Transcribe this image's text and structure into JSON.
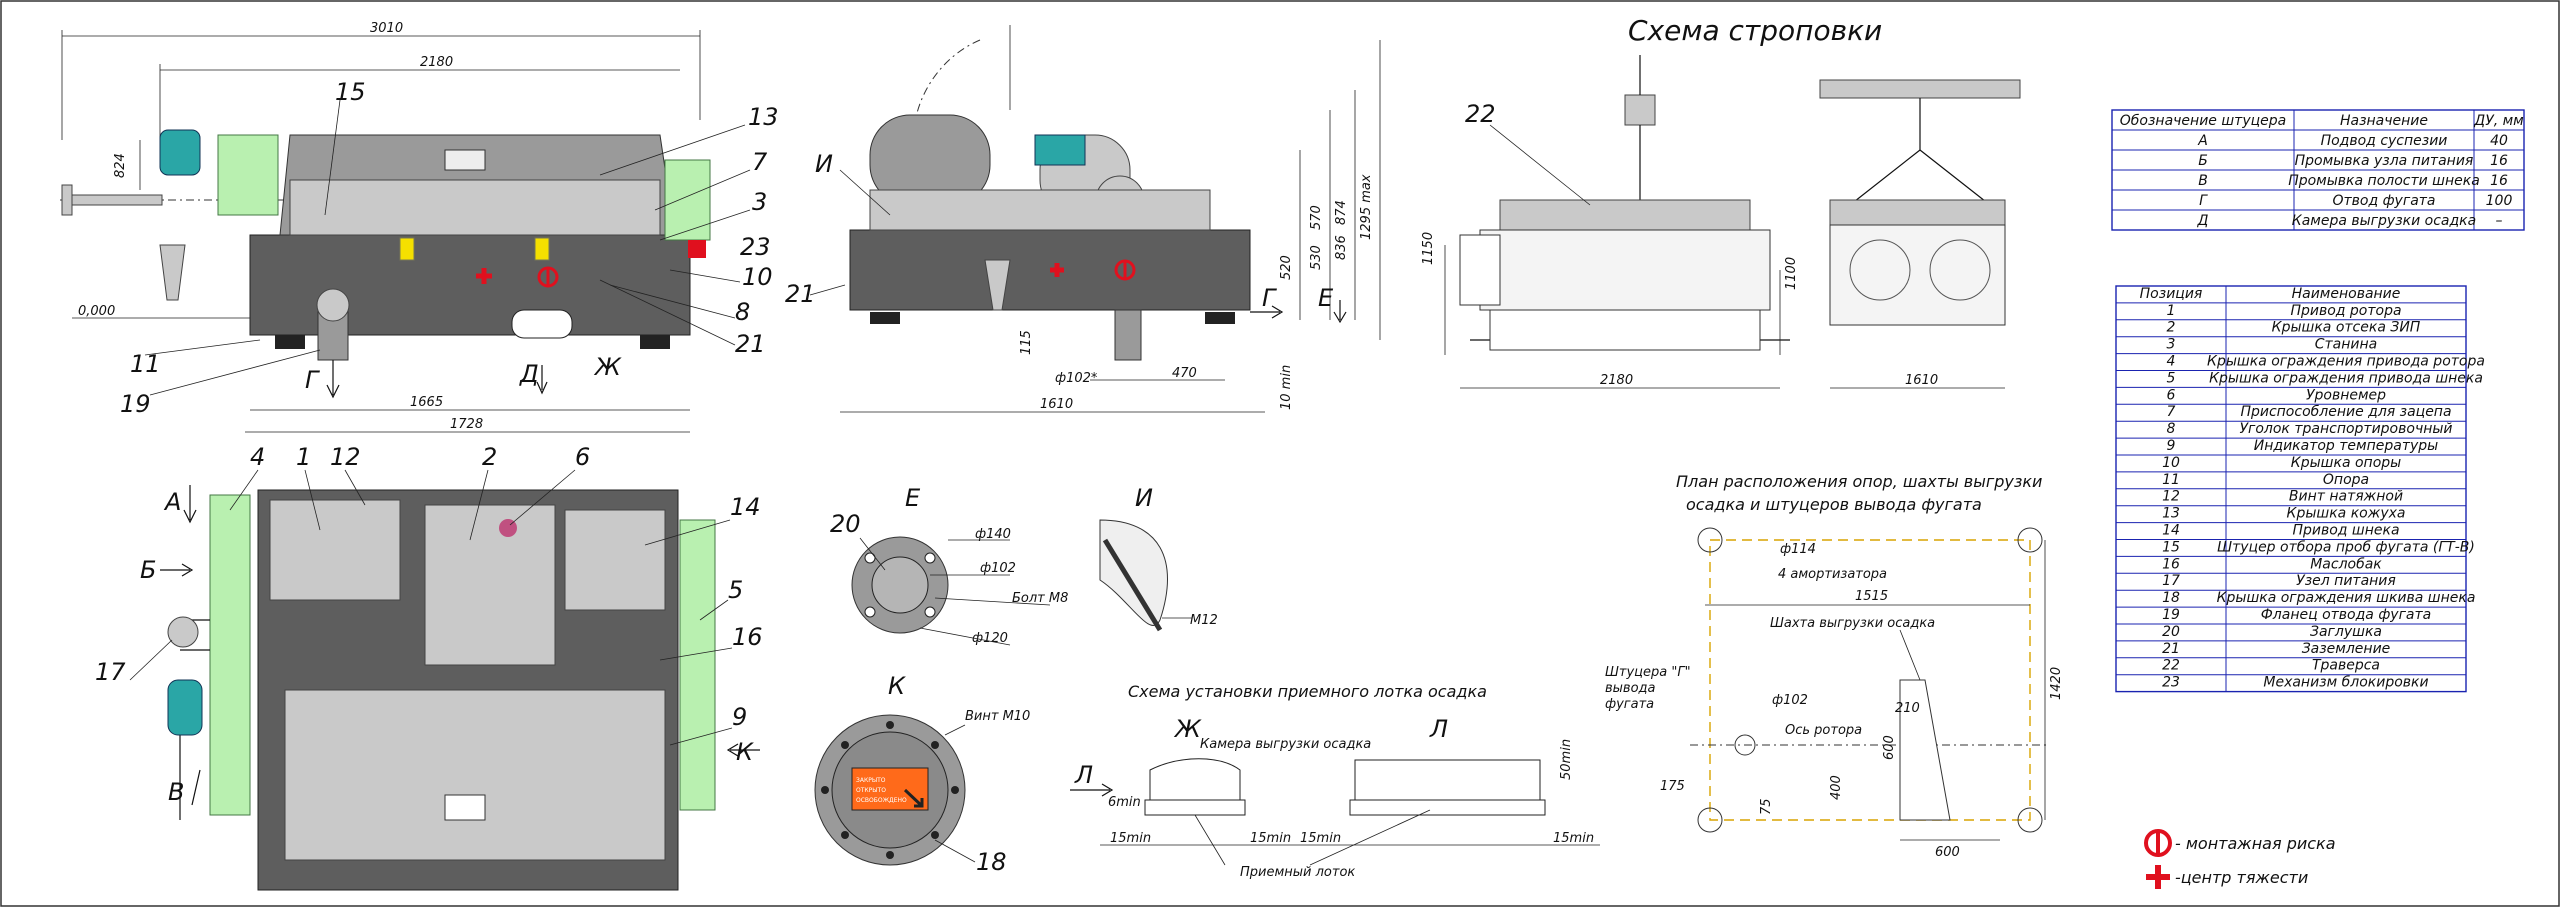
{
  "titles": {
    "slinging": "Схема строповки",
    "tray_scheme": "Схема установки приемного лотка осадка",
    "supports_plan": [
      "План расположения опор, шахты выгрузки",
      "осадка и штуцеров вывода фугата"
    ]
  },
  "side_view": {
    "dims": [
      "3010",
      "2180",
      "824",
      "0,000",
      "1665",
      "1728"
    ],
    "callouts": [
      "15",
      "13",
      "7",
      "3",
      "23",
      "10",
      "8",
      "21",
      "11",
      "19"
    ],
    "letters": [
      "Г",
      "Д",
      "Ж"
    ]
  },
  "end_view": {
    "callouts": [
      "И",
      "21"
    ],
    "letters": [
      "Г",
      "Е"
    ],
    "dims": [
      "520",
      "530",
      "570",
      "836",
      "874",
      "1295 max",
      "115",
      "ф102*",
      "470",
      "1610",
      "10 min"
    ]
  },
  "top_view": {
    "callouts": [
      "4",
      "1",
      "12",
      "2",
      "6",
      "14",
      "5",
      "16",
      "17",
      "9"
    ],
    "letters": [
      "А",
      "Б",
      "В",
      "К"
    ]
  },
  "detail_e": {
    "letter": "Е",
    "callout": "20",
    "dims": [
      "ф140",
      "ф102",
      "Болт М8",
      "ф120"
    ]
  },
  "detail_k": {
    "letter": "К",
    "callout": "18",
    "screw": "Винт М10",
    "plate": [
      "ЗАКРЫТО",
      "ОТКРЫТО",
      "ОСВОБОЖДЕНО"
    ]
  },
  "detail_i": {
    "letter": "И",
    "bolt": "М12"
  },
  "slinging": {
    "callout": "22",
    "dims_front": [
      "1150",
      "1100",
      "2180"
    ],
    "dims_side": [
      "1610"
    ]
  },
  "tray": {
    "letters": [
      "Ж",
      "Л",
      "Л"
    ],
    "chamber": "Камера выгрузки осадка",
    "tray_label": "Приемный лоток",
    "dims": [
      "6min",
      "15min",
      "15min",
      "15min",
      "15min",
      "50min"
    ]
  },
  "plan": {
    "labels": [
      "ф114",
      "4 амортизатора",
      "Шахта выгрузки осадка",
      "Ось ротора",
      "ф102"
    ],
    "fitting_note": [
      "Штуцера \"Г\"",
      "вывода",
      "фугата"
    ],
    "dims": [
      "1515",
      "1420",
      "210",
      "600",
      "400",
      "75",
      "175",
      "600"
    ]
  },
  "fittings_table": {
    "headers": [
      "Обозначение штуцера",
      "Назначение",
      "ДУ, мм"
    ],
    "rows": [
      [
        "А",
        "Подвод суспезии",
        "40"
      ],
      [
        "Б",
        "Промывка узла питания",
        "16"
      ],
      [
        "В",
        "Промывка полости шнека",
        "16"
      ],
      [
        "Г",
        "Отвод фугата",
        "100"
      ],
      [
        "Д",
        "Камера выгрузки осадка",
        "–"
      ]
    ]
  },
  "parts_table": {
    "headers": [
      "Позиция",
      "Наименование"
    ],
    "rows": [
      [
        "1",
        "Привод ротора"
      ],
      [
        "2",
        "Крышка отсека ЗИП"
      ],
      [
        "3",
        "Станина"
      ],
      [
        "4",
        "Крышка ограждения привода ротора"
      ],
      [
        "5",
        "Крышка ограждения привода шнека"
      ],
      [
        "6",
        "Уровнемер"
      ],
      [
        "7",
        "Приспособление для зацепа"
      ],
      [
        "8",
        "Уголок транспортировочный"
      ],
      [
        "9",
        "Индикатор температуры"
      ],
      [
        "10",
        "Крышка опоры"
      ],
      [
        "11",
        "Опора"
      ],
      [
        "12",
        "Винт натяжной"
      ],
      [
        "13",
        "Крышка кожуха"
      ],
      [
        "14",
        "Привод шнека"
      ],
      [
        "15",
        "Штуцер отбора проб фугата (ГТ-В)"
      ],
      [
        "16",
        "Маслобак"
      ],
      [
        "17",
        "Узел питания"
      ],
      [
        "18",
        "Крышка ограждения шкива шнека"
      ],
      [
        "19",
        "Фланец отвода фугата"
      ],
      [
        "20",
        "Заглушка"
      ],
      [
        "21",
        "Заземление"
      ],
      [
        "22",
        "Траверса"
      ],
      [
        "23",
        "Механизм блокировки"
      ]
    ]
  },
  "legend": {
    "items": [
      "- монтажная риска",
      "-центр тяжести"
    ],
    "colors": {
      "mark": "#e0101e"
    }
  }
}
